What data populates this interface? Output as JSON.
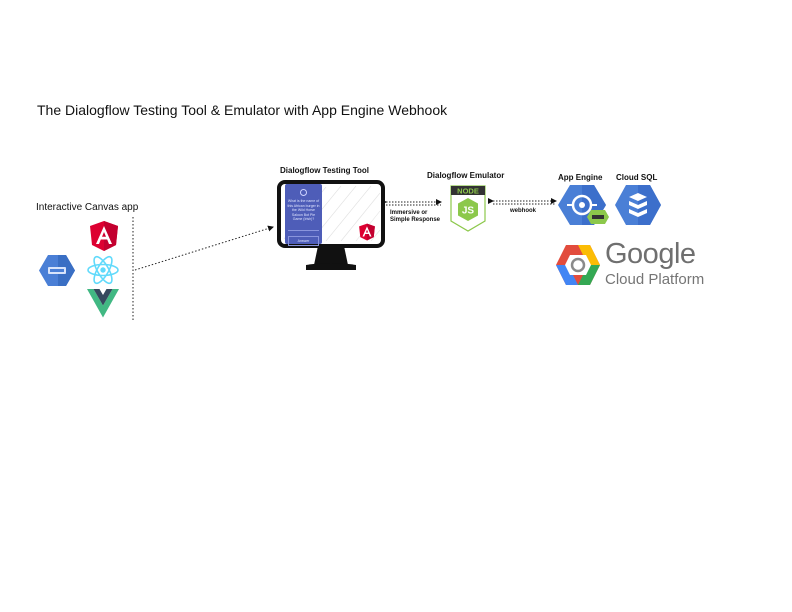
{
  "title": "The Dialogflow Testing Tool & Emulator with App Engine Webhook",
  "nodes": {
    "canvas_app": {
      "label": "Interactive Canvas app"
    },
    "testing_tool": {
      "label": "Dialogflow Testing Tool"
    },
    "emulator": {
      "label": "Dialogflow Emulator",
      "badge": "NODE"
    },
    "app_engine": {
      "label": "App Engine"
    },
    "cloud_sql": {
      "label": "Cloud SQL"
    },
    "gcp": {
      "brand": "Google",
      "product": "Cloud Platform"
    }
  },
  "connectors": {
    "tool_emulator": {
      "label_line1": "Immersive or",
      "label_line2": "Simple Response"
    },
    "emulator_appengine": {
      "label": "webhook"
    }
  },
  "phone_screen": {
    "question": "What is the name of this African burger in the Wild Horse Saloon Bot Pie Game (Irish)?",
    "button": "Answer"
  },
  "colors": {
    "angular": "#dd0031",
    "react": "#61dafb",
    "vue_outer": "#41b883",
    "vue_inner": "#35495e",
    "node": "#8cc84b",
    "gcp_blue": "#4a7fd6",
    "phone": "#4e5db8"
  }
}
